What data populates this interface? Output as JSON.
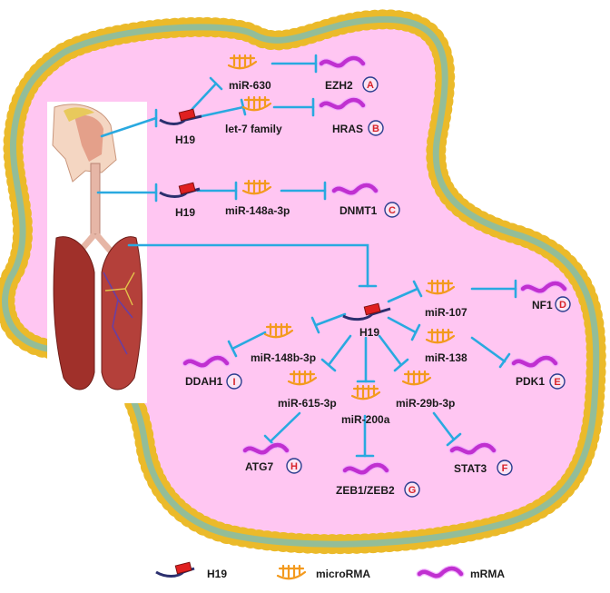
{
  "genes": {
    "h19_top": "H19",
    "h19_mid": "H19",
    "h19_center": "H19"
  },
  "mirnas": {
    "mir630": "miR-630",
    "let7": "let-7 family",
    "mir148a": "miR-148a-3p",
    "mir107": "miR-107",
    "mir138": "miR-138",
    "mir148b": "miR-148b-3p",
    "mir615": "miR-615-3p",
    "mir200a": "miR-200a",
    "mir29b": "miR-29b-3p"
  },
  "targets": {
    "ezh2": {
      "name": "EZH2",
      "badge": "A"
    },
    "hras": {
      "name": "HRAS",
      "badge": "B"
    },
    "dnmt1": {
      "name": "DNMT1",
      "badge": "C"
    },
    "nf1": {
      "name": "NF1",
      "badge": "D"
    },
    "pdk1": {
      "name": "PDK1",
      "badge": "E"
    },
    "stat3": {
      "name": "STAT3",
      "badge": "F"
    },
    "zeb": {
      "name": "ZEB1/ZEB2",
      "badge": "G"
    },
    "atg7": {
      "name": "ATG7",
      "badge": "H"
    },
    "ddah1": {
      "name": "DDAH1",
      "badge": "I"
    }
  },
  "legend": {
    "h19": "H19",
    "microrna": "microRMA",
    "mrna": "mRMA"
  },
  "colors": {
    "cell_fill": "#ffc6f2",
    "membrane": "#7cc4c0",
    "lipid_head": "#f2c12e",
    "inhibition": "#29a9e0",
    "microrna": "#f39a1e",
    "mrna": "#c030d0",
    "lncrna_body": "#2b2f6e",
    "lncrna_box": "#e02020",
    "badge_letter": "#d8232a"
  },
  "illustration": "respiratory-tract-and-lungs"
}
